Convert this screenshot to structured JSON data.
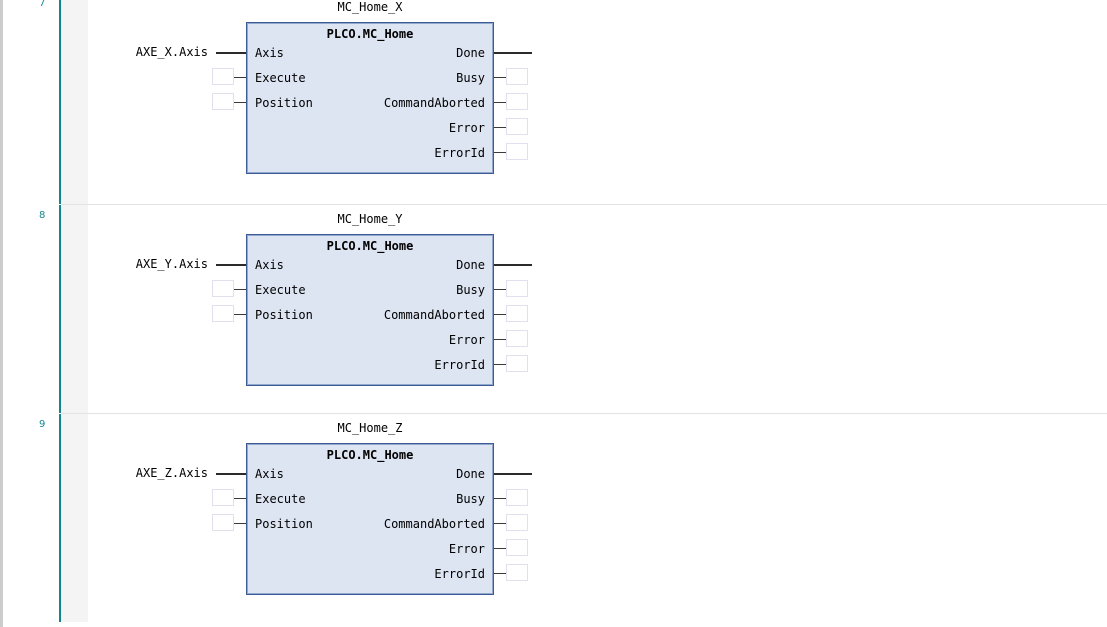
{
  "editor": {
    "language": "FBD",
    "rail_color": "#13858d",
    "block_fill": "#dde4f2",
    "block_border": "#3c5a96",
    "separator_color": "#e3e3e3",
    "gutter_color": "#f4f4f4",
    "rung_number_color": "#17888f"
  },
  "networks": [
    {
      "rung_number": "7",
      "instance_name": "MC_Home_X",
      "type_name": "PLCO.MC_Home",
      "operand": "AXE_X.Axis",
      "inputs": [
        {
          "label": "Axis",
          "connected": true,
          "has_box": false
        },
        {
          "label": "Execute",
          "connected": false,
          "has_box": true
        },
        {
          "label": "Position",
          "connected": false,
          "has_box": true
        }
      ],
      "outputs": [
        {
          "label": "Done",
          "connected": true,
          "has_box": false
        },
        {
          "label": "Busy",
          "connected": false,
          "has_box": true
        },
        {
          "label": "CommandAborted",
          "connected": false,
          "has_box": true
        },
        {
          "label": "Error",
          "connected": false,
          "has_box": true
        },
        {
          "label": "ErrorId",
          "connected": false,
          "has_box": true
        }
      ]
    },
    {
      "rung_number": "8",
      "instance_name": "MC_Home_Y",
      "type_name": "PLCO.MC_Home",
      "operand": "AXE_Y.Axis",
      "inputs": [
        {
          "label": "Axis",
          "connected": true,
          "has_box": false
        },
        {
          "label": "Execute",
          "connected": false,
          "has_box": true
        },
        {
          "label": "Position",
          "connected": false,
          "has_box": true
        }
      ],
      "outputs": [
        {
          "label": "Done",
          "connected": true,
          "has_box": false
        },
        {
          "label": "Busy",
          "connected": false,
          "has_box": true
        },
        {
          "label": "CommandAborted",
          "connected": false,
          "has_box": true
        },
        {
          "label": "Error",
          "connected": false,
          "has_box": true
        },
        {
          "label": "ErrorId",
          "connected": false,
          "has_box": true
        }
      ]
    },
    {
      "rung_number": "9",
      "instance_name": "MC_Home_Z",
      "type_name": "PLCO.MC_Home",
      "operand": "AXE_Z.Axis",
      "inputs": [
        {
          "label": "Axis",
          "connected": true,
          "has_box": false
        },
        {
          "label": "Execute",
          "connected": false,
          "has_box": true
        },
        {
          "label": "Position",
          "connected": false,
          "has_box": true
        }
      ],
      "outputs": [
        {
          "label": "Done",
          "connected": true,
          "has_box": false
        },
        {
          "label": "Busy",
          "connected": false,
          "has_box": true
        },
        {
          "label": "CommandAborted",
          "connected": false,
          "has_box": true
        },
        {
          "label": "Error",
          "connected": false,
          "has_box": true
        },
        {
          "label": "ErrorId",
          "connected": false,
          "has_box": true
        }
      ]
    }
  ]
}
